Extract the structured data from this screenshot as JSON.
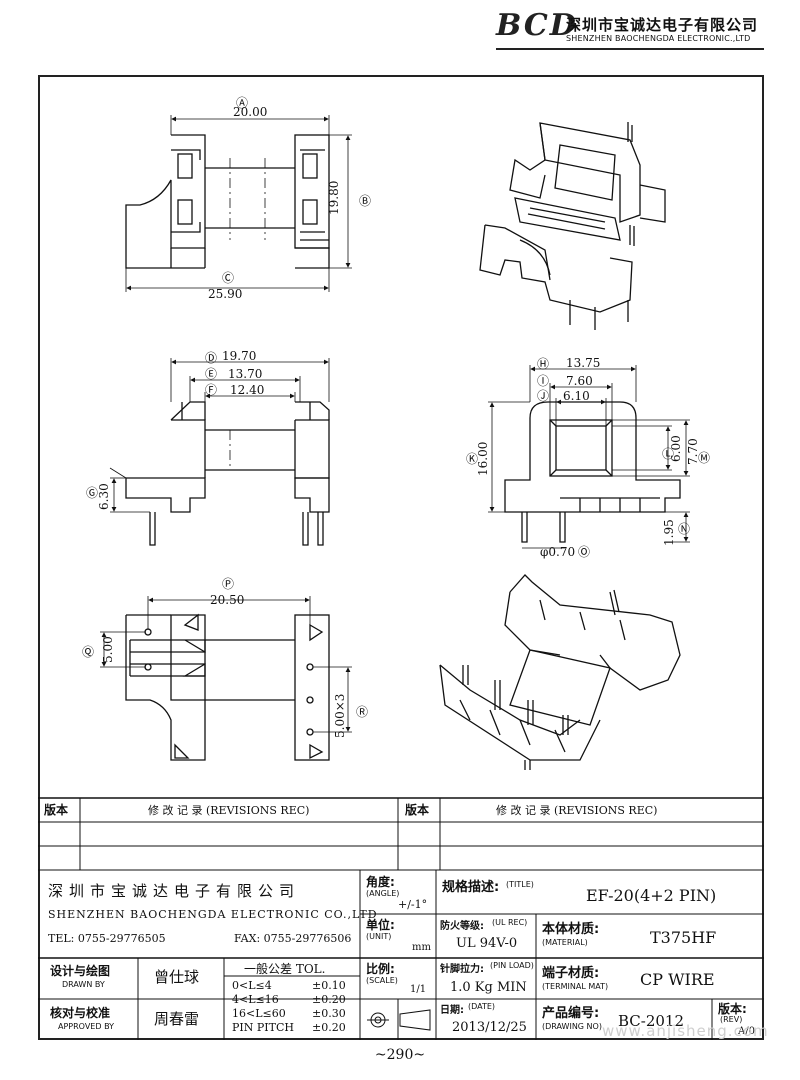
{
  "header": {
    "logo": "BCD",
    "company_cn": "深圳市宝诚达电子有限公司",
    "company_en": "SHENZHEN BAOCHENGDA ELECTRONIC.,LTD"
  },
  "dimensions": {
    "A": "20.00",
    "B": "19.80",
    "C": "25.90",
    "D": "19.70",
    "E": "13.70",
    "F": "12.40",
    "G": "6.30",
    "H": "13.75",
    "I": "7.60",
    "J": "6.10",
    "K": "16.00",
    "L": "6.00",
    "M": "7.70",
    "N": "1.95",
    "O": "φ0.70",
    "P": "20.50",
    "Q": "5.00",
    "R": "5.00×3"
  },
  "markers": {
    "A": "Ⓐ",
    "B": "Ⓑ",
    "C": "Ⓒ",
    "D": "Ⓓ",
    "E": "Ⓔ",
    "F": "Ⓕ",
    "G": "Ⓖ",
    "H": "Ⓗ",
    "I": "Ⓘ",
    "J": "Ⓙ",
    "K": "Ⓚ",
    "L": "Ⓛ",
    "M": "Ⓜ",
    "N": "Ⓝ",
    "O": "Ⓞ",
    "P": "Ⓟ",
    "Q": "Ⓠ",
    "R": "Ⓡ"
  },
  "revisions": {
    "col_version": "版本",
    "col_record": "修 改 记 录  (REVISIONS REC)"
  },
  "title_block": {
    "company_cn": "深圳市宝诚达电子有限公司",
    "company_en": "SHENZHEN BAOCHENGDA ELECTRONIC CO.,LTD",
    "tel": "TEL: 0755-29776505",
    "fax": "FAX: 0755-29776506",
    "angle_label": "角度:",
    "angle_en": "(ANGLE)",
    "angle_value": "+/-1°",
    "unit_label": "单位:",
    "unit_en": "(UNIT)",
    "unit_value": "mm",
    "title_label": "规格描述:",
    "title_en": "(TITLE)",
    "title_value": "EF-20(4+2 PIN)",
    "fire_label": "防火等级:",
    "fire_en": "(UL REC)",
    "fire_value": "UL 94V-0",
    "material_label": "本体材质:",
    "material_en": "(MATERIAL)",
    "material_value": "T375HF",
    "drawn_label": "设计与绘图",
    "drawn_en": "DRAWN BY",
    "drawn_name": "曾仕球",
    "tol_label": "一般公差 TOL.",
    "tol_rows": [
      {
        "range": "0<L≤4",
        "value": "±0.10"
      },
      {
        "range": "4<L≤16",
        "value": "±0.20"
      },
      {
        "range": "16<L≤60",
        "value": "±0.30"
      },
      {
        "range": "PIN PITCH",
        "value": "±0.20"
      }
    ],
    "scale_label": "比例:",
    "scale_en": "(SCALE)",
    "scale_value": "1/1",
    "pin_load_label": "针脚拉力:",
    "pin_load_en": "(PIN LOAD)",
    "pin_load_value": "1.0 Kg MIN",
    "terminal_label": "端子材质:",
    "terminal_en": "(TERMINAL MAT)",
    "terminal_value": "CP WIRE",
    "approved_label": "核对与校准",
    "approved_en": "APPROVED BY",
    "approved_name": "周春雷",
    "date_label": "日期:",
    "date_en": "(DATE)",
    "date_value": "2013/12/25",
    "drawing_no_label": "产品编号:",
    "drawing_no_en": "(DRAWING NO)",
    "drawing_no_value": "BC-2012",
    "rev_label": "版本:",
    "rev_en": "(REV)",
    "rev_value": "A/0"
  },
  "footer": {
    "page": "~290~",
    "watermark": "www.anjisheng.com"
  }
}
